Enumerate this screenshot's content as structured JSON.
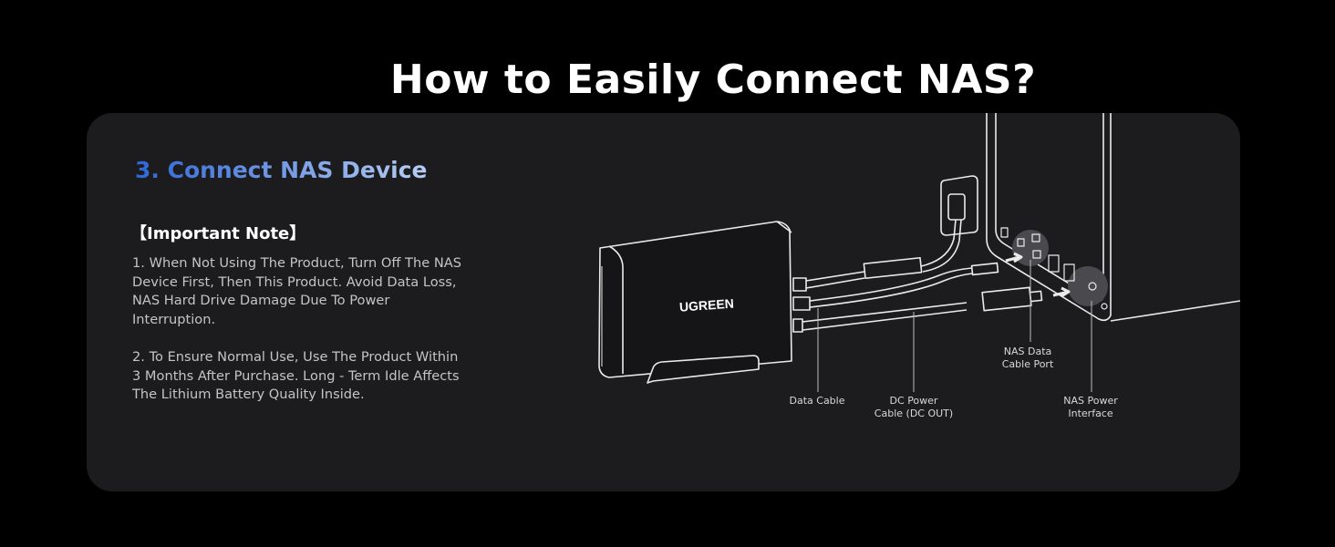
{
  "title": "How to Easily Connect NAS?",
  "step_heading": "3. Connect NAS Device",
  "note": {
    "heading": "【Important Note】",
    "items": [
      "1. When Not Using The Product, Turn Off The NAS Device First, Then This Product. Avoid Data Loss, NAS Hard Drive Damage Due To Power Interruption.",
      "2. To Ensure Normal Use, Use The Product Within 3 Months After Purchase. Long - Term Idle Affects The Lithium Battery Quality Inside."
    ]
  },
  "illustration": {
    "brand": "UGREEN",
    "labels": {
      "data_cable": "Data Cable",
      "dc_power_cable": "DC Power\nCable (DC OUT)",
      "nas_data_port": "NAS Data\nCable Port",
      "nas_power": "NAS Power\nInterface"
    }
  },
  "colors": {
    "background": "#000000",
    "card": "#1c1c1f",
    "accent_start": "#2f66d6",
    "accent_end": "#b7cdf3"
  }
}
